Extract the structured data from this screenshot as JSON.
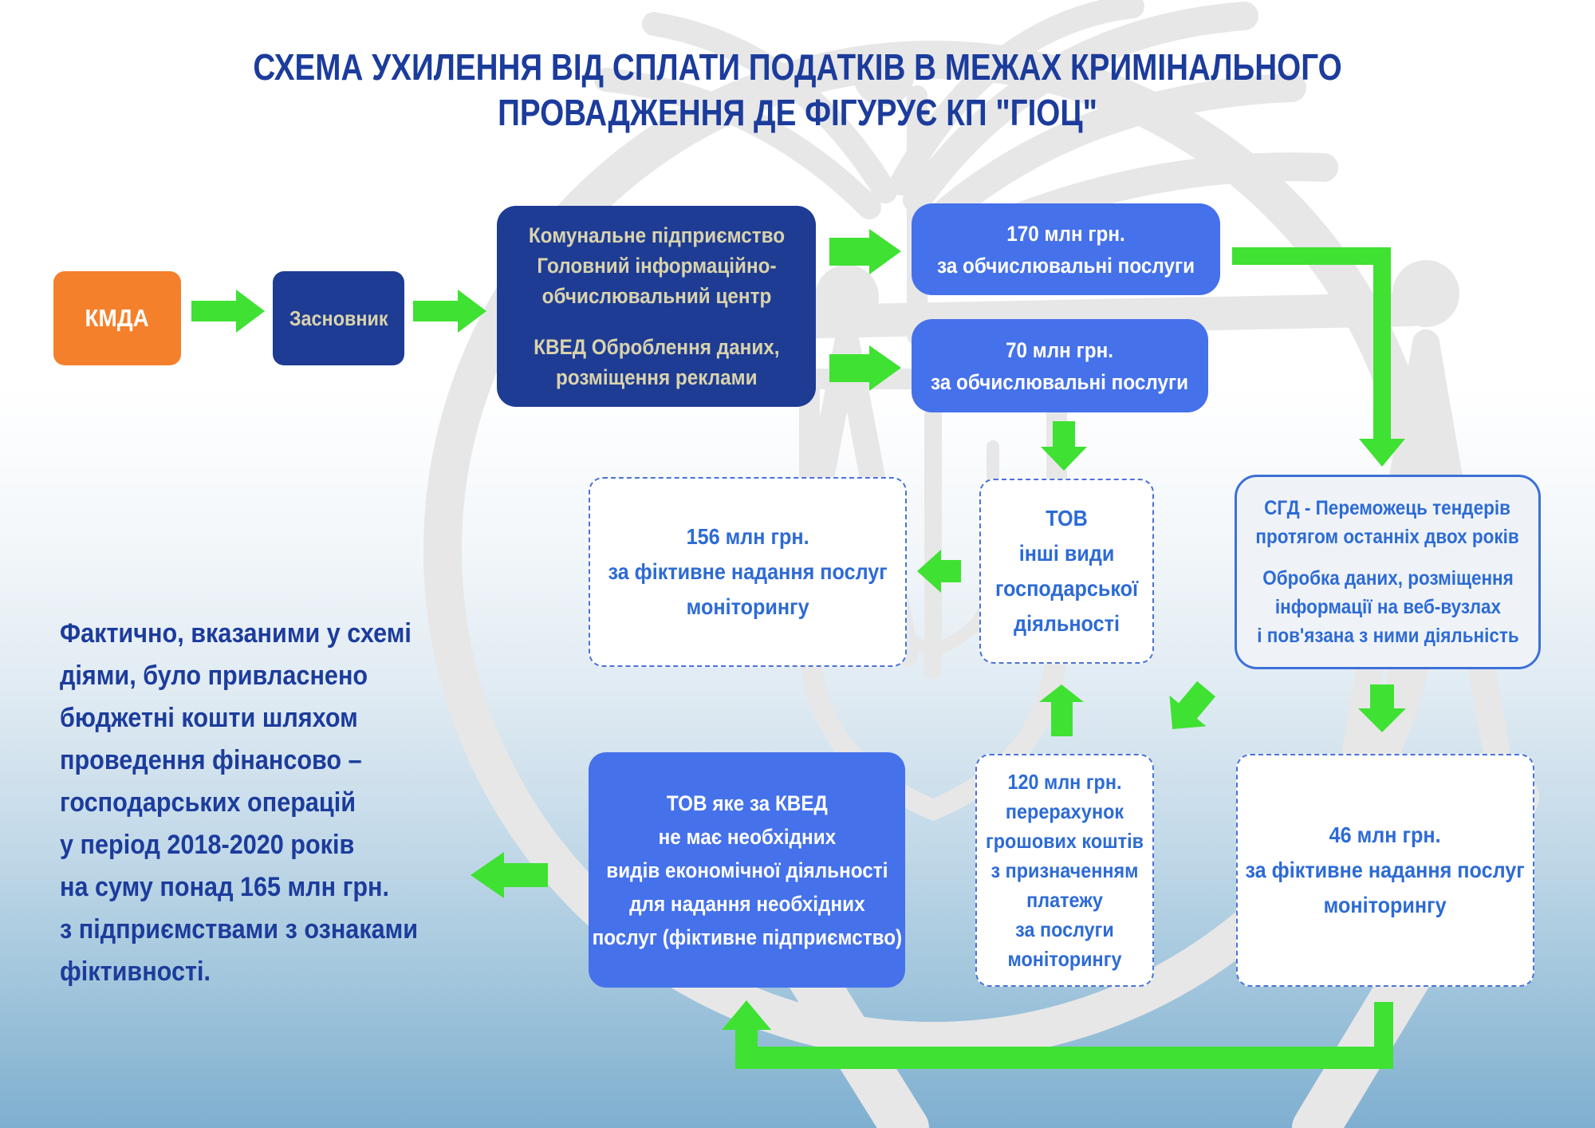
{
  "title": {
    "line1": "СХЕМА УХИЛЕННЯ ВІД СПЛАТИ ПОДАТКІВ В МЕЖАХ КРИМІНАЛЬНОГО",
    "line2": "ПРОВАДЖЕННЯ ДЕ ФІГУРУЄ КП \"ГІОЦ\""
  },
  "note": {
    "lines": [
      "Фактично, вказаними у схемі",
      "діями, було привласнено",
      "бюджетні кошти шляхом",
      "проведення фінансово –",
      "господарських операцій",
      "у період 2018-2020 років",
      "на суму понад 165 млн грн.",
      "з підприємствами з ознаками",
      "фіктивності."
    ]
  },
  "nodes": {
    "kmda": {
      "lines": [
        "КМДА"
      ]
    },
    "zasnovnyk": {
      "lines": [
        "Засновник"
      ]
    },
    "kp": {
      "p1": [
        "Комунальне підприємство",
        "Головний інформаційно-",
        "обчислювальний центр"
      ],
      "p2": [
        "КВЕД Оброблення даних,",
        "розміщення реклами"
      ]
    },
    "pay170": {
      "lines": [
        "170 млн грн.",
        "за обчислювальні послуги"
      ]
    },
    "pay70": {
      "lines": [
        "70 млн грн.",
        "за обчислювальні послуги"
      ]
    },
    "fict156": {
      "lines": [
        "156 млн грн.",
        "за фіктивне надання послуг",
        "моніторингу"
      ]
    },
    "tov_other": {
      "lines": [
        "ТОВ",
        "інші види",
        "господарської",
        "діяльності"
      ]
    },
    "sgd": {
      "p1": [
        "СГД - Переможець тендерів",
        "протягом останніх двох років"
      ],
      "p2": [
        "Обробка даних, розміщення",
        "інформації на веб-вузлах",
        "і пов'язана з ними діяльність"
      ]
    },
    "tov_fake": {
      "lines": [
        "ТОВ яке за КВЕД",
        "не має необхідних",
        "видів економічної діяльності",
        "для надання необхідних",
        "послуг (фіктивне підприємство)"
      ]
    },
    "transfer120": {
      "lines": [
        "120 млн грн.",
        "перерахунок",
        "грошових коштів",
        "з призначенням",
        "платежу",
        "за послуги",
        "моніторингу"
      ]
    },
    "fict46": {
      "lines": [
        "46 млн грн.",
        "за фіктивне надання послуг",
        "моніторингу"
      ]
    }
  },
  "colors": {
    "title_navy": "#1C3C9C",
    "navy_box": "#1E3C94",
    "navy_box_text": "#D9D3AC",
    "orange_box": "#F5802B",
    "bright_blue_box": "#4571EA",
    "dashed_border_blue": "#4A72D8",
    "solid_border_blue": "#3C70D8",
    "link_text_blue": "#2D6BD5",
    "sgd_bg": "#EFF3F7",
    "arrow_green": "#3FE133",
    "watermark_gray": "#E7E7E7",
    "background_bottom": "#7FAFD0"
  }
}
